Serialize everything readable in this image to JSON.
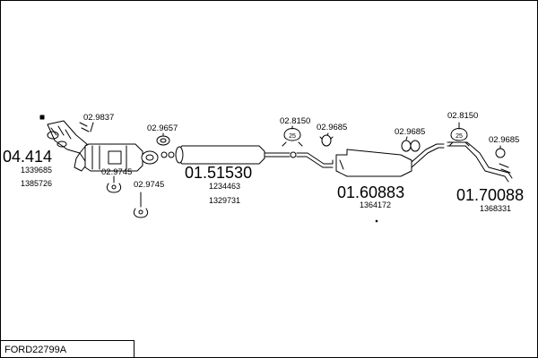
{
  "diagram": {
    "code": "FORD22799A",
    "parts": [
      {
        "id": "p1",
        "number": "04.414",
        "refs": [
          "1339685",
          "1385726"
        ]
      },
      {
        "id": "p2",
        "number": "01.51530",
        "refs": [
          "1234463",
          "1329731"
        ]
      },
      {
        "id": "p3",
        "number": "01.60883",
        "refs": [
          "1364172"
        ]
      },
      {
        "id": "p4",
        "number": "01.70088",
        "refs": [
          "1368331"
        ]
      }
    ],
    "accessories": [
      {
        "id": "a1",
        "number": "02.9837"
      },
      {
        "id": "a2",
        "number": "02.9745"
      },
      {
        "id": "a3",
        "number": "02.9745"
      },
      {
        "id": "a4",
        "number": "02.9657"
      },
      {
        "id": "a5",
        "number": "02.8150"
      },
      {
        "id": "a6",
        "number": "02.9685"
      },
      {
        "id": "a7",
        "number": "02.9685"
      },
      {
        "id": "a8",
        "number": "02.8150"
      },
      {
        "id": "a9",
        "number": "02.9685"
      }
    ]
  }
}
